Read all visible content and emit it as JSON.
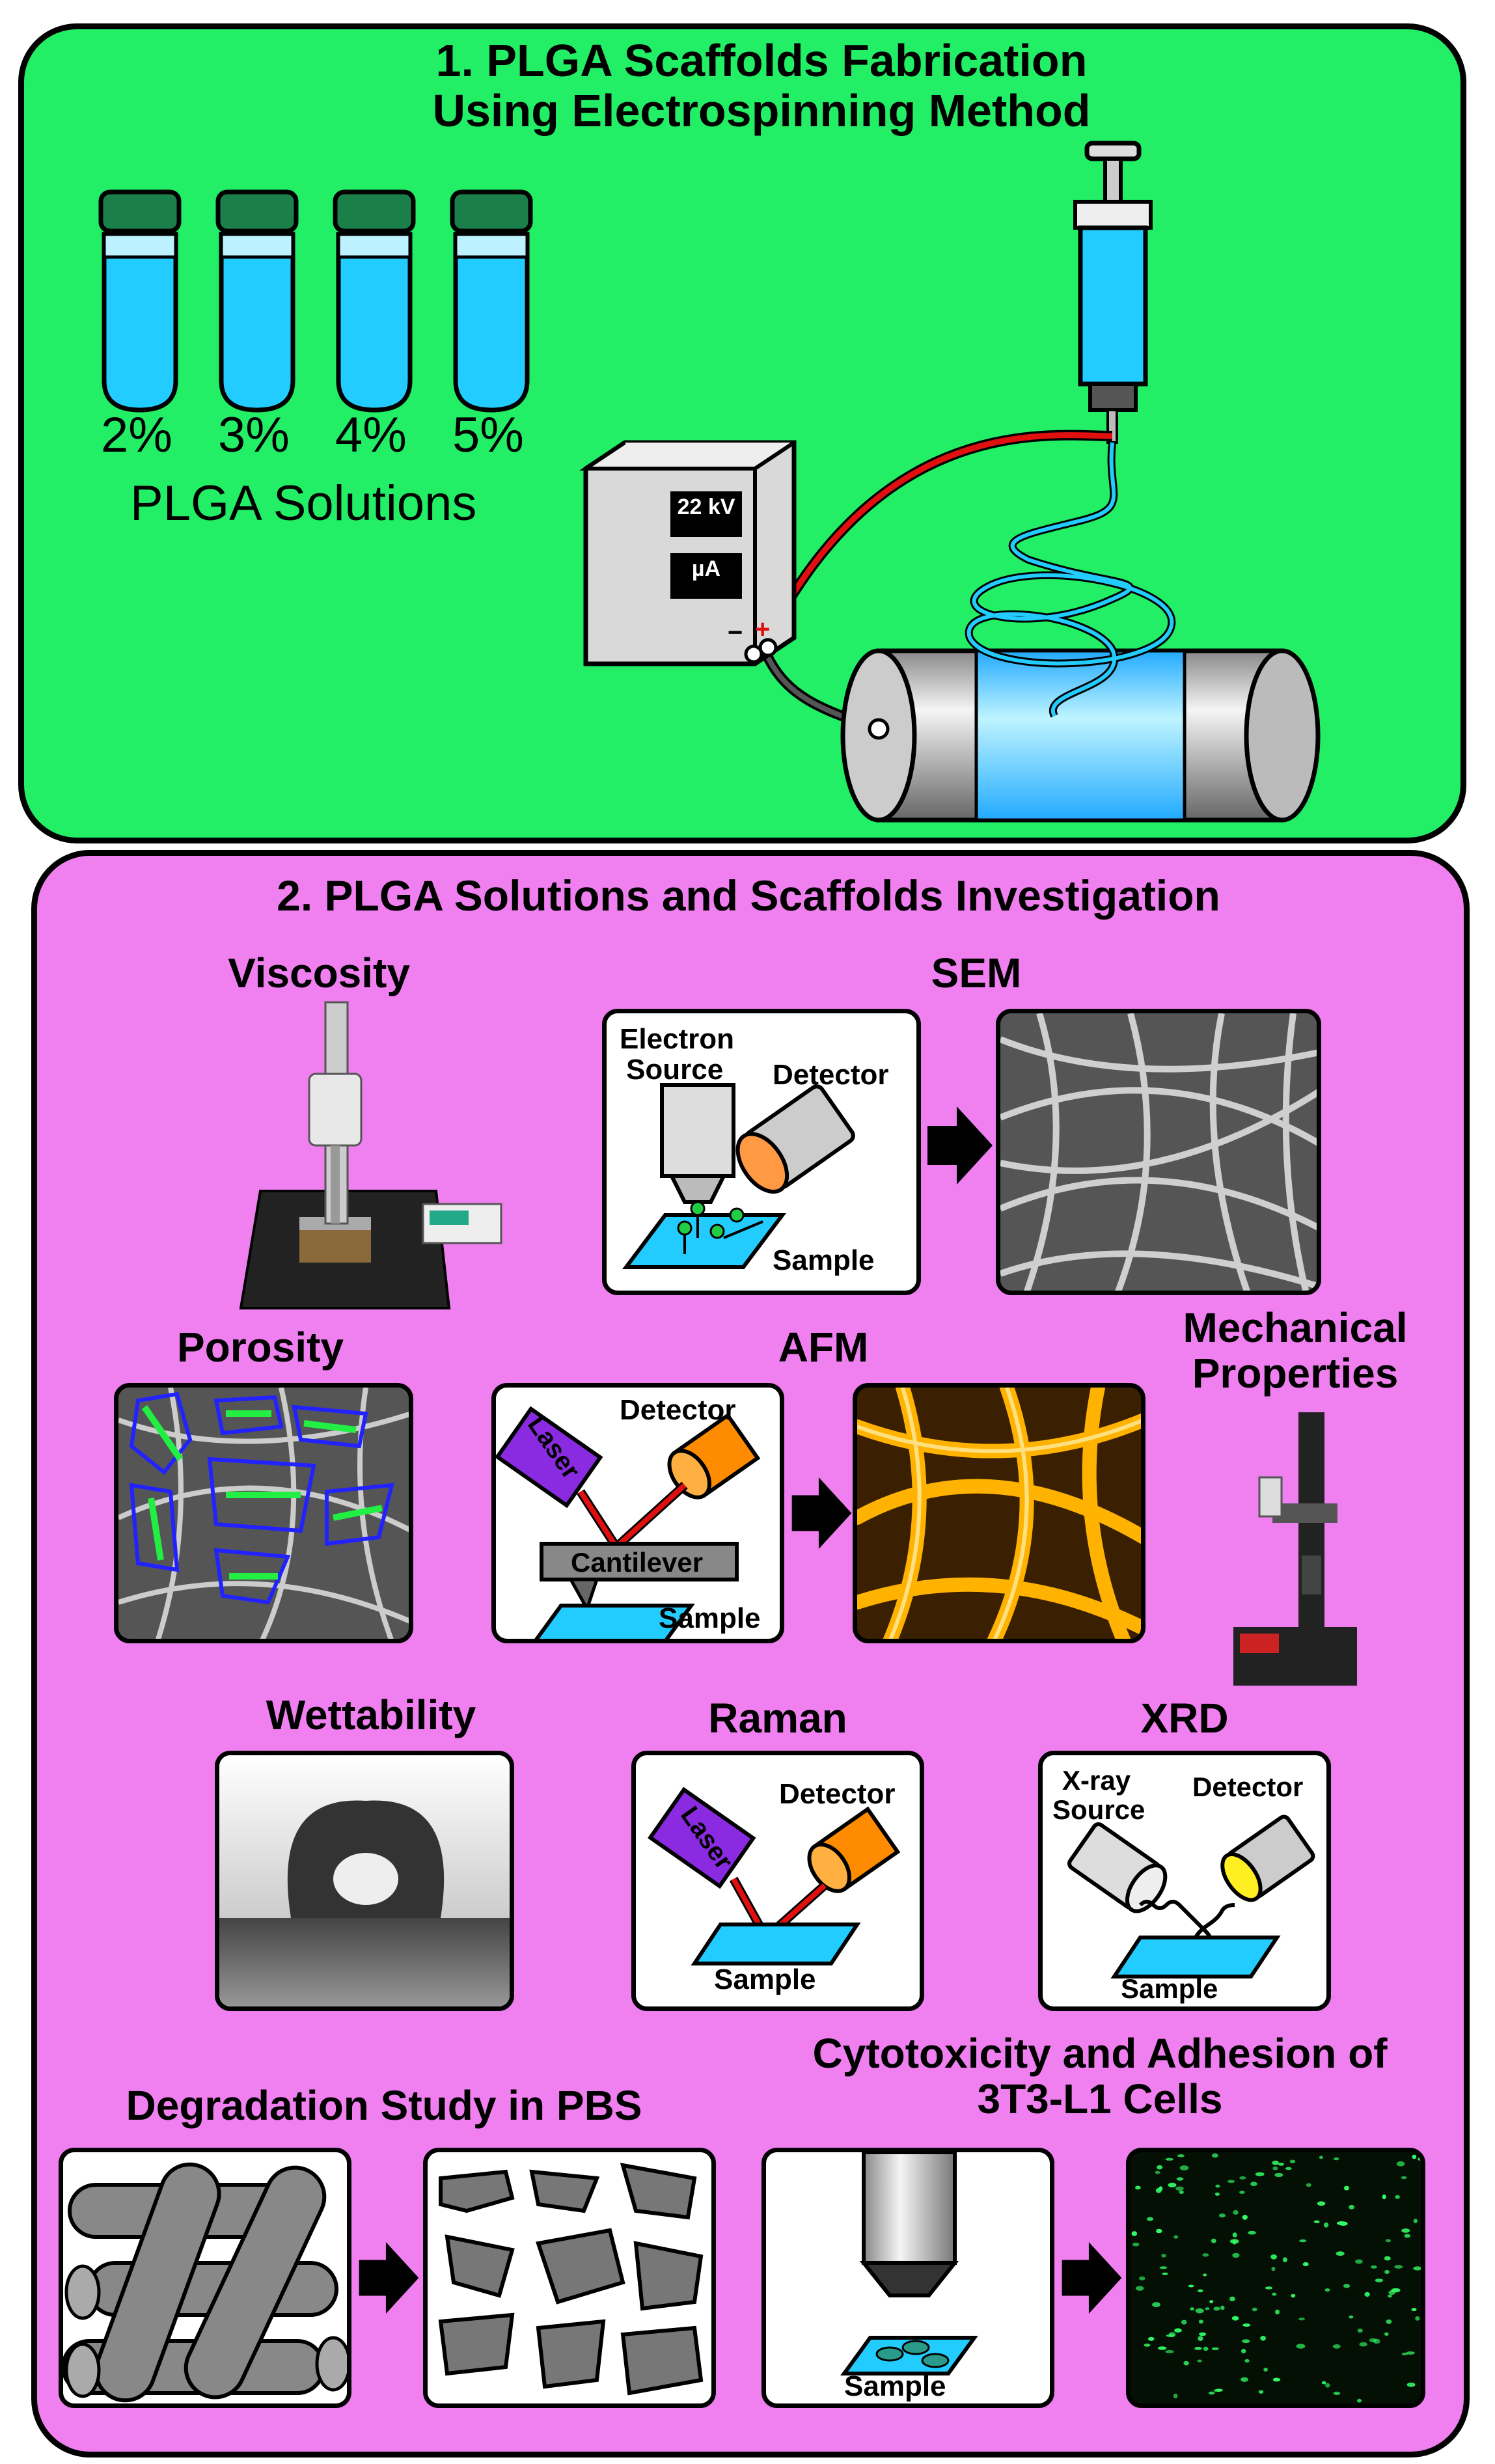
{
  "section1": {
    "title_line1": "1. PLGA Scaffolds Fabrication",
    "title_line2": "Using Electrospinning Method",
    "vials": [
      {
        "label": "2%"
      },
      {
        "label": "3%"
      },
      {
        "label": "4%"
      },
      {
        "label": "5%"
      }
    ],
    "vials_caption": "PLGA Solutions",
    "power_supply": {
      "voltage": "22 kV",
      "current": "µA",
      "minus": "−",
      "plus": "+"
    }
  },
  "section2": {
    "title": "2. PLGA Solutions and Scaffolds Investigation",
    "viscosity": {
      "title": "Viscosity"
    },
    "sem": {
      "title": "SEM",
      "source_line1": "Electron",
      "source_line2": "Source",
      "detector": "Detector",
      "sample": "Sample"
    },
    "porosity": {
      "title": "Porosity"
    },
    "afm": {
      "title": "AFM",
      "laser": "Laser",
      "detector": "Detector",
      "cantilever": "Cantilever",
      "sample": "Sample"
    },
    "mechanical": {
      "title_line1": "Mechanical",
      "title_line2": "Properties"
    },
    "wettability": {
      "title": "Wettability"
    },
    "raman": {
      "title": "Raman",
      "laser": "Laser",
      "detector": "Detector",
      "sample": "Sample"
    },
    "xrd": {
      "title": "XRD",
      "source_line1": "X-ray",
      "source_line2": "Source",
      "detector": "Detector",
      "sample": "Sample"
    },
    "degradation": {
      "title": "Degradation Study in PBS"
    },
    "cytotoxicity": {
      "title_line1": "Cytotoxicity and Adhesion of",
      "title_line2": "3T3-L1 Cells",
      "sample": "Sample"
    }
  },
  "colors": {
    "panel1_bg": "#22ee66",
    "panel2_bg": "#f080f0",
    "solution_blue": "#22ccff",
    "laser_purple": "#8a2be2",
    "detector_orange": "#ff8c00",
    "afm_gold": "#ffb300",
    "cell_green": "#33ff66"
  }
}
